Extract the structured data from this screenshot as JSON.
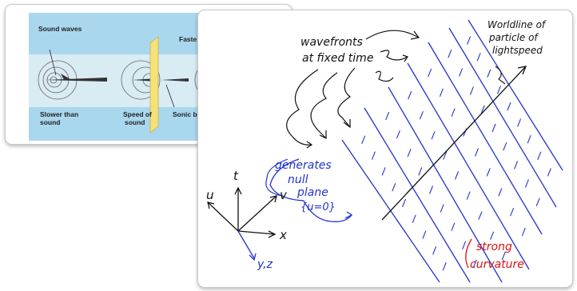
{
  "photo": {
    "label_sound_waves": "Sound waves",
    "label_faster": "Faste",
    "label_slower_line1": "Slower than",
    "label_slower_line2": "sound",
    "label_speed_line1": "Speed of",
    "label_speed_line2": "sound",
    "label_sonic": "Sonic bo"
  },
  "diagram": {
    "wavefronts_line1": "wavefronts",
    "wavefronts_line2": "at fixed time",
    "worldline_line1": "Worldline of",
    "worldline_line2": "particle of",
    "worldline_line3": "lightspeed",
    "null_plane_line1": "generates",
    "null_plane_line2": "null",
    "null_plane_line3": "plane",
    "null_plane_line4": "{u=0}",
    "axis_t": "t",
    "axis_u": "u",
    "axis_v": "v",
    "axis_x": "x",
    "axis_yz": "y,z",
    "strong_line1": "strong",
    "strong_line2": "curvature",
    "colors": {
      "ink": "#111111",
      "blue": "#2233cc",
      "red": "#dd1111"
    }
  }
}
